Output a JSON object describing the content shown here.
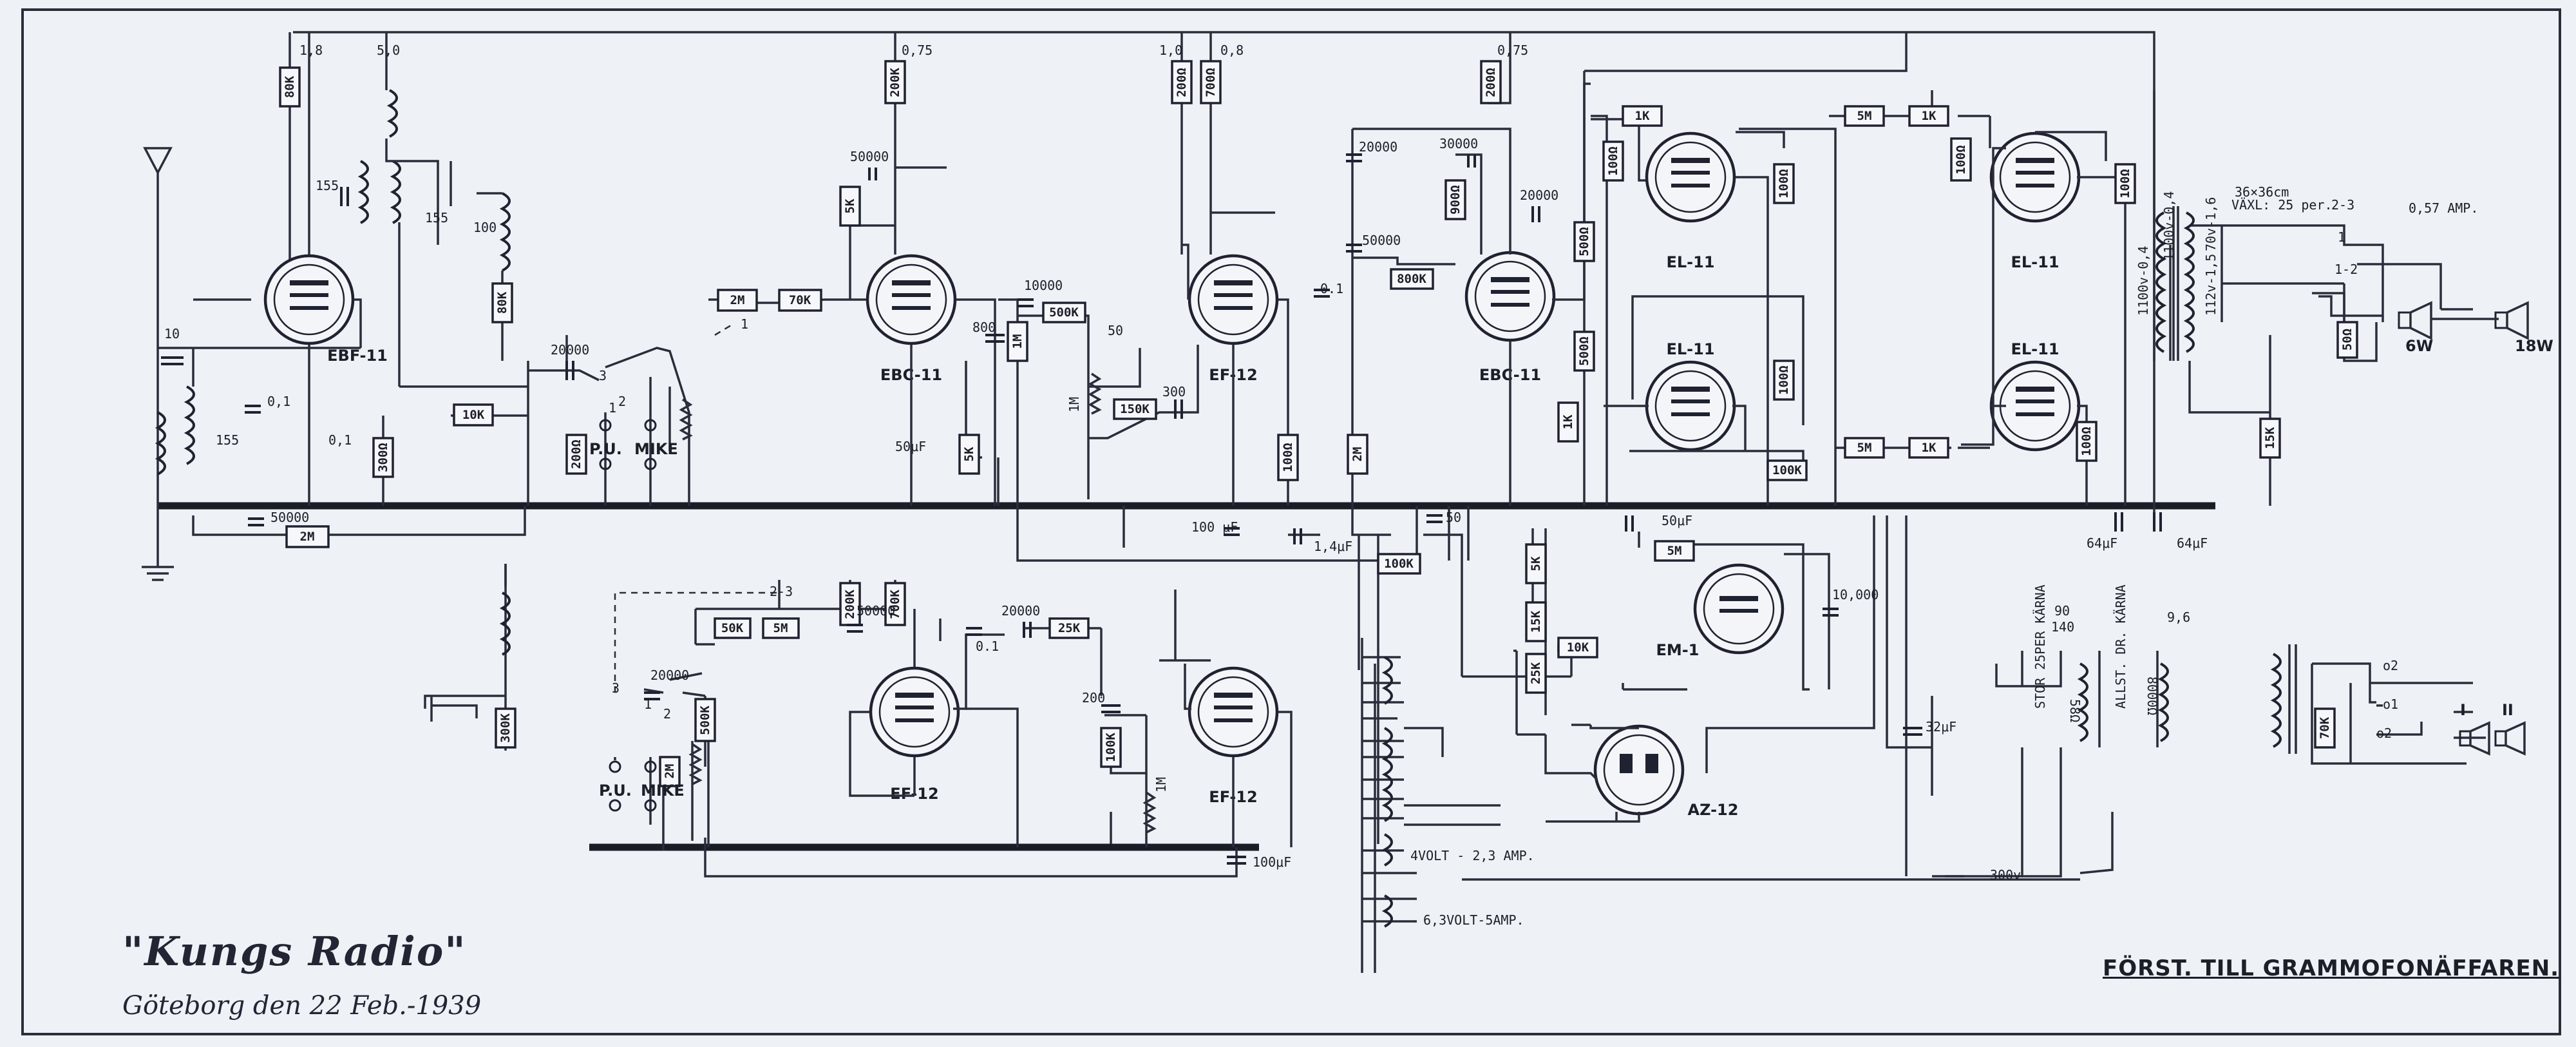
{
  "title": "\"Kungs Radio\"",
  "subtitle": "Göteborg den 22 Feb.-1939",
  "caption": "FÖRST. TILL GRAMMOFONÄFFAREN.",
  "tubes": [
    {
      "id": "t1",
      "label": "EBF-11"
    },
    {
      "id": "t2",
      "label": "EBC-11"
    },
    {
      "id": "t3",
      "label": "EF-12"
    },
    {
      "id": "t4",
      "label": "EBC-11"
    },
    {
      "id": "t5",
      "label": "EL-11"
    },
    {
      "id": "t6",
      "label": "EL-11"
    },
    {
      "id": "t7",
      "label": "EL-11"
    },
    {
      "id": "t8",
      "label": "EL-11"
    },
    {
      "id": "t9",
      "label": "EM-1"
    },
    {
      "id": "t10",
      "label": "EF-12"
    },
    {
      "id": "t11",
      "label": "EF-12"
    },
    {
      "id": "t12",
      "label": "AZ-12"
    }
  ],
  "resistors": [
    {
      "id": "r1",
      "label": "80K"
    },
    {
      "id": "r2",
      "label": "80K"
    },
    {
      "id": "r3",
      "label": "300Ω"
    },
    {
      "id": "r4",
      "label": "10K"
    },
    {
      "id": "r5",
      "label": "2M"
    },
    {
      "id": "r6",
      "label": "200Ω"
    },
    {
      "id": "r7",
      "label": "2M"
    },
    {
      "id": "r8",
      "label": "70K"
    },
    {
      "id": "r9",
      "label": "5K"
    },
    {
      "id": "r10",
      "label": "200K"
    },
    {
      "id": "r11",
      "label": "5K"
    },
    {
      "id": "r12",
      "label": "1M"
    },
    {
      "id": "r13",
      "label": "500K"
    },
    {
      "id": "r14",
      "label": "150K"
    },
    {
      "id": "r15",
      "label": "200Ω"
    },
    {
      "id": "r16",
      "label": "700Ω"
    },
    {
      "id": "r17",
      "label": "100Ω"
    },
    {
      "id": "r18",
      "label": "2M"
    },
    {
      "id": "r19",
      "label": "800K"
    },
    {
      "id": "r20",
      "label": "200Ω"
    },
    {
      "id": "r21",
      "label": "900Ω"
    },
    {
      "id": "r22",
      "label": "500Ω"
    },
    {
      "id": "r23",
      "label": "500Ω"
    },
    {
      "id": "r24",
      "label": "1K"
    },
    {
      "id": "r25",
      "label": "1K"
    },
    {
      "id": "r26",
      "label": "100Ω"
    },
    {
      "id": "r27",
      "label": "100Ω"
    },
    {
      "id": "r28",
      "label": "100Ω"
    },
    {
      "id": "r29",
      "label": "100K"
    },
    {
      "id": "r30",
      "label": "5M"
    },
    {
      "id": "r31",
      "label": "1K"
    },
    {
      "id": "r32",
      "label": "100Ω"
    },
    {
      "id": "r33",
      "label": "100Ω"
    },
    {
      "id": "r34",
      "label": "5M"
    },
    {
      "id": "r35",
      "label": "1K"
    },
    {
      "id": "r36",
      "label": "100Ω"
    },
    {
      "id": "r37",
      "label": "50Ω"
    },
    {
      "id": "r38",
      "label": "15K"
    },
    {
      "id": "r39",
      "label": "100K"
    },
    {
      "id": "r40",
      "label": "5K"
    },
    {
      "id": "r41",
      "label": "15K"
    },
    {
      "id": "r42",
      "label": "25K"
    },
    {
      "id": "r43",
      "label": "10K"
    },
    {
      "id": "r44",
      "label": "5M"
    },
    {
      "id": "r45",
      "label": "50K"
    },
    {
      "id": "r46",
      "label": "500K"
    },
    {
      "id": "r47",
      "label": "5M"
    },
    {
      "id": "r48",
      "label": "200K"
    },
    {
      "id": "r49",
      "label": "700K"
    },
    {
      "id": "r50",
      "label": "300K"
    },
    {
      "id": "r51",
      "label": "25K"
    },
    {
      "id": "r52",
      "label": "100K"
    },
    {
      "id": "r53",
      "label": "70K"
    },
    {
      "id": "r54",
      "label": "2M"
    }
  ],
  "labels": {
    "v1": "1,8",
    "v2": "5,0",
    "v3": "0,75",
    "v4": "1,0",
    "v5": "0,8",
    "v6": "0,75",
    "c10": "10",
    "c155a": "155",
    "c155b": "155",
    "c155c": "155",
    "c100": "100",
    "c01a": "0,1",
    "c01b": "0,1",
    "c50000a": "50000",
    "c20000a": "20000",
    "c50000b": "50000",
    "c800b": "800",
    "c10000a": "10000",
    "c50": "50",
    "c300": "300",
    "c50uf": "50μF",
    "c01c": "0.1",
    "c20000b": "20000",
    "c50000c": "50000",
    "c30000": "30000",
    "c20000c": "20000",
    "c100uf": "100 μF",
    "c14uf": "1,4μF",
    "c50b": "50",
    "c50ufb": "50μF",
    "c64a": "64μF",
    "c64b": "64μF",
    "c10000b": "10,000",
    "c32uf": "32μF",
    "c20000d": "20000",
    "c50000d": "50000",
    "c01d": "0.1",
    "c20000e": "20000",
    "c200": "200",
    "c100ufb": "100μF",
    "m1": "1M",
    "m2": "1M",
    "pu1": "P.U.",
    "mike1": "MIKE",
    "pu2": "P.U.",
    "mike2": "MIKE",
    "sw1": "1",
    "sw2": "2",
    "sw3": "3",
    "sw4": "1",
    "sw5": "2-3",
    "sw6": "1",
    "sw7": "2",
    "sw8": "3",
    "spk1": "36×36cm",
    "spk2": "VÄXL: 25 per.",
    "spk3": "2-3",
    "spk4": "0,57 AMP.",
    "spk5": "1",
    "spk6": "1-2",
    "spk7": "6W",
    "spk8": "18W",
    "tr1": "1100v-0,4",
    "tr2": "1100v-0,4",
    "tr3": "70v-1,6",
    "tr4": "112v-1,5",
    "ch1": "90",
    "ch2": "140",
    "ch3": "9,6",
    "ch4": "58Ω",
    "ch5": "STOR 25PER KÄRNA",
    "ch6": "8000Ω",
    "ch7": "ALLST. DR. KÄRNA",
    "h1": "4VOLT - 2,3 AMP.",
    "h2": "6,3VOLT-5AMP.",
    "hv": "300v",
    "o1": "I",
    "o2": "II",
    "o3": "o2",
    "o4": "o1",
    "o5": "o2"
  }
}
